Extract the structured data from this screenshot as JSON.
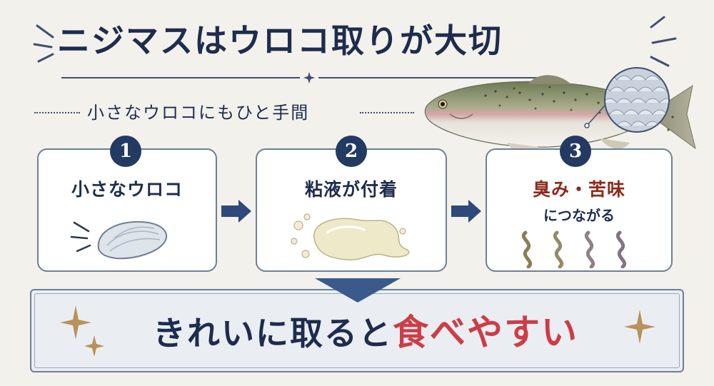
{
  "title": "ニジマスはウロコ取りが大切",
  "subtitle": "小さなウロコにもひと手間",
  "steps": [
    {
      "number": "1",
      "label": "小さなウロコ",
      "sub": ""
    },
    {
      "number": "2",
      "label": "粘液が付着",
      "sub": ""
    },
    {
      "number": "3",
      "label": "臭み・苦味",
      "sub": "につながる"
    }
  ],
  "banner": {
    "lead": "きれいに取ると",
    "accent": "食べやすい"
  },
  "colors": {
    "navy": "#1e2c4d",
    "badge": "#233a62",
    "accent_red": "#cc3d45",
    "smell_red": "#8c2a1c",
    "gold": "#b8925a"
  },
  "icons": [
    "scale-icon",
    "slime-icon",
    "smell-wave-icon",
    "sparkle-icon",
    "arrow-right-icon",
    "arrow-down-icon",
    "fish-illustration",
    "scale-closeup-icon"
  ]
}
